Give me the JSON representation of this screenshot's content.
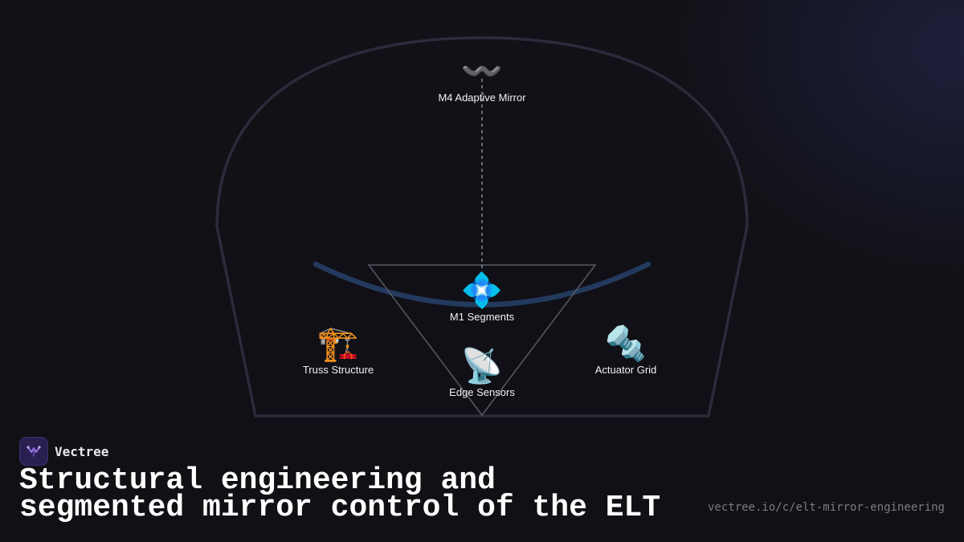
{
  "diagram": {
    "nodes": {
      "m4": {
        "icon": "〰️",
        "icon_name": "wave-icon",
        "label": "M4 Adaptive Mirror"
      },
      "m1": {
        "icon": "💠",
        "icon_name": "diamond-segments-icon",
        "label": "M1 Segments"
      },
      "truss": {
        "icon": "🏗️",
        "icon_name": "crane-icon",
        "label": "Truss Structure"
      },
      "sensors": {
        "icon": "📡",
        "icon_name": "satellite-dish-icon",
        "label": "Edge Sensors"
      },
      "actuators": {
        "icon": "🔩",
        "icon_name": "bolt-icon",
        "label": "Actuator Grid"
      }
    },
    "colors": {
      "dome_outline": "#2c2b3c",
      "mirror_arc": "#233a5e",
      "triangle": "#5a5a64",
      "connector": "#8a8a92"
    }
  },
  "brand": {
    "name": "Vectree",
    "logo_icon": "vectree-logo-icon",
    "accent": "#8b5cf6"
  },
  "headline": "Structural engineering and segmented mirror control of the ELT",
  "url": "vectree.io/c/elt-mirror-engineering"
}
